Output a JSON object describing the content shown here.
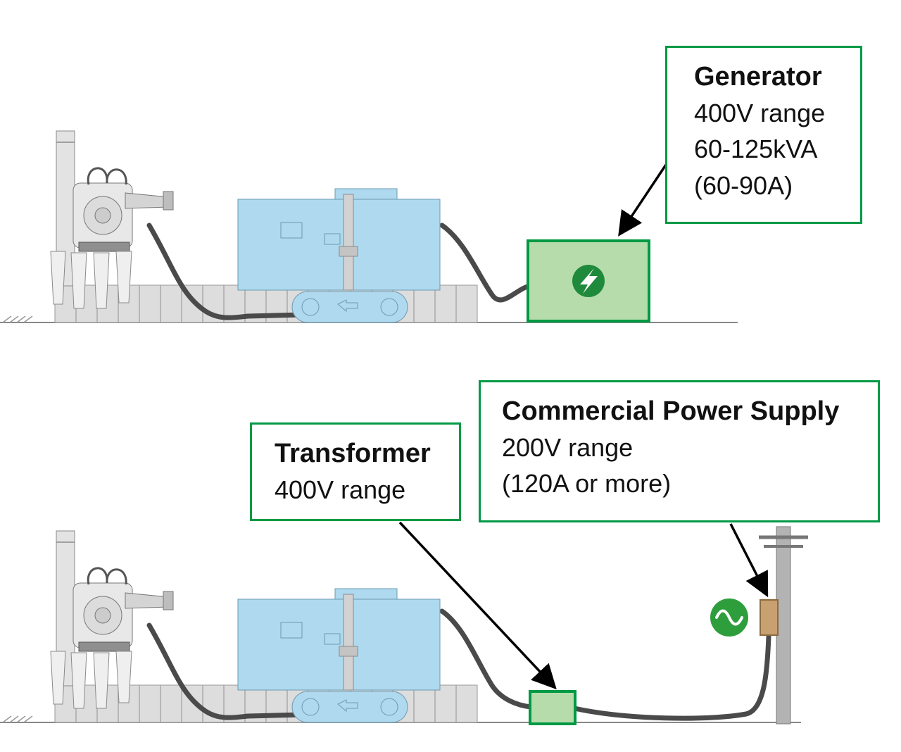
{
  "figure": {
    "description": "Two power-supply configurations for a crawler piling machine",
    "background": "#ffffff"
  },
  "generator_scene": {
    "callout": {
      "title": "Generator",
      "lines": [
        "400V range",
        "60-125kVA",
        "(60-90A)"
      ]
    },
    "icon": "lightning-bolt-icon"
  },
  "commercial_scene": {
    "transformer_callout": {
      "title": "Transformer",
      "lines": [
        "400V range"
      ]
    },
    "power_callout": {
      "title": "Commercial Power Supply",
      "lines": [
        "200V range",
        "(120A or more)"
      ]
    },
    "icon": "ac-sine-wave-icon"
  },
  "colors": {
    "callout_border_green": "#009944",
    "equipment_box_fill": "#b7dcab",
    "icon_circle_green": "#1f8a3b",
    "ac_icon_green": "#2e9e3c",
    "machine_blue": "#aed9ee",
    "cable_gray": "#4a4a4a",
    "pole_gray": "#b3b3b3",
    "meter_tan": "#c9a070"
  }
}
